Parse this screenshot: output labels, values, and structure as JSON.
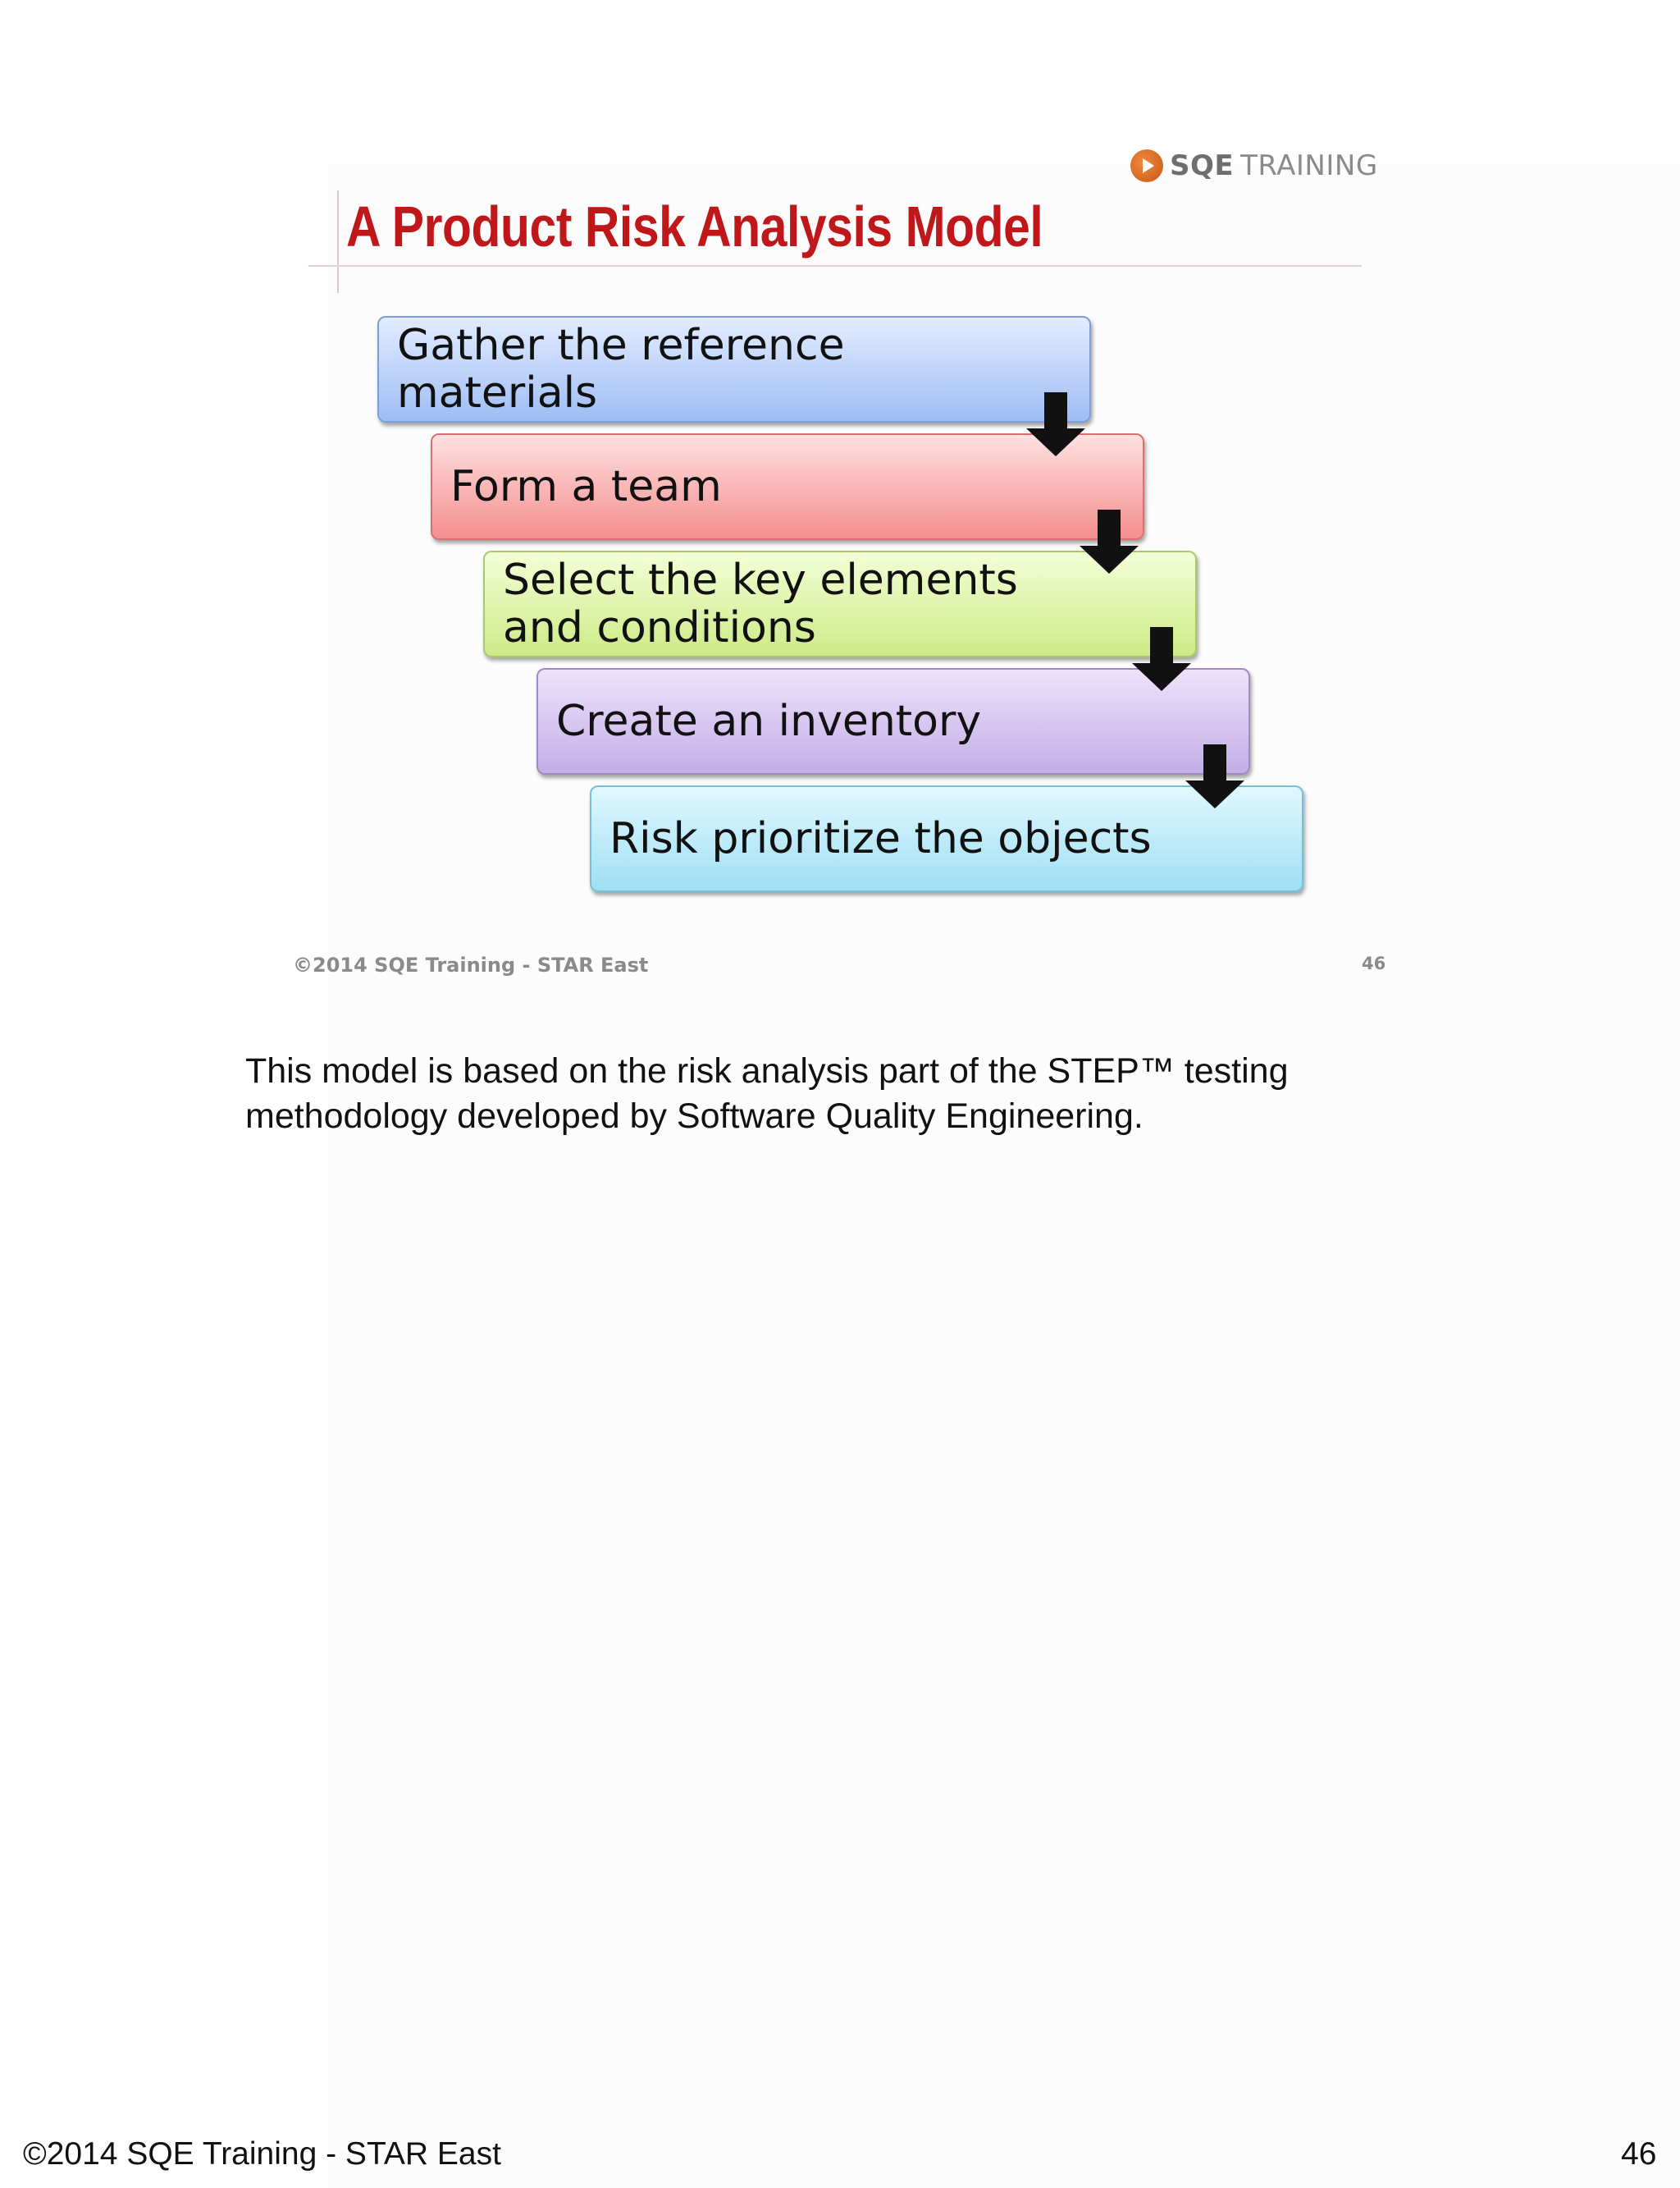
{
  "logo": {
    "name": "SQE TRAINING",
    "sqe": "SQE",
    "training": "TRAINING",
    "brand_color": "#d2691e"
  },
  "slide": {
    "title": "A Product Risk Analysis Model",
    "title_color": "#c0171b",
    "steps": [
      {
        "label": "Gather the reference\nmaterials",
        "color": "#9ebdf5"
      },
      {
        "label": "Form a team",
        "color": "#f48e8e"
      },
      {
        "label": "Select the key elements\nand conditions",
        "color": "#cdea87"
      },
      {
        "label": "Create an inventory",
        "color": "#c3aee6"
      },
      {
        "label": "Risk prioritize the objects",
        "color": "#9fdff3"
      }
    ],
    "arrow_icon": "down-arrow-icon",
    "footer_left": "©2014 SQE Training - STAR East",
    "footer_right": "46"
  },
  "notes": {
    "text": "This model is based on the risk analysis part of the STEP™ testing methodology developed by Software Quality Engineering."
  },
  "page_footer": {
    "left": "©2014 SQE Training - STAR East",
    "right": "46"
  }
}
